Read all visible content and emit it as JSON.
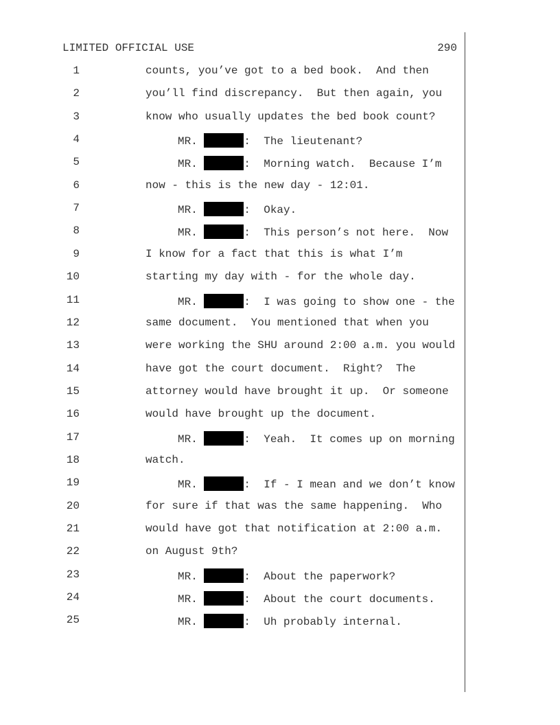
{
  "header": {
    "classification": "LIMITED OFFICIAL USE",
    "page_number": "290"
  },
  "lines": [
    {
      "n": "1",
      "text": "counts, you’ve got to a bed book.  And then"
    },
    {
      "n": "2",
      "text": "you’ll find discrepancy.  But then again, you"
    },
    {
      "n": "3",
      "text": "know who usually updates the bed book count?"
    },
    {
      "n": "4",
      "speaker": "MR.",
      "text": ":  The lieutenant?"
    },
    {
      "n": "5",
      "speaker": "MR.",
      "text": ":  Morning watch.  Because I’m"
    },
    {
      "n": "6",
      "text": "now - this is the new day - 12:01."
    },
    {
      "n": "7",
      "speaker": "MR.",
      "text": ":  Okay."
    },
    {
      "n": "8",
      "speaker": "MR.",
      "text": ":  This person’s not here.  Now"
    },
    {
      "n": "9",
      "text": "I know for a fact that this is what I’m"
    },
    {
      "n": "10",
      "text": "starting my day with - for the whole day."
    },
    {
      "n": "11",
      "speaker": "MR.",
      "text": ":  I was going to show one - the"
    },
    {
      "n": "12",
      "text": "same document.  You mentioned that when you"
    },
    {
      "n": "13",
      "text": "were working the SHU around 2:00 a.m. you would"
    },
    {
      "n": "14",
      "text": "have got the court document.  Right?  The"
    },
    {
      "n": "15",
      "text": "attorney would have brought it up.  Or someone"
    },
    {
      "n": "16",
      "text": "would have brought up the document."
    },
    {
      "n": "17",
      "speaker": "MR.",
      "text": ":  Yeah.  It comes up on morning"
    },
    {
      "n": "18",
      "text": "watch."
    },
    {
      "n": "19",
      "speaker": "MR.",
      "text": ":  If - I mean and we don’t know"
    },
    {
      "n": "20",
      "text": "for sure if that was the same happening.  Who"
    },
    {
      "n": "21",
      "text": "would have got that notification at 2:00 a.m."
    },
    {
      "n": "22",
      "text": "on August 9th?"
    },
    {
      "n": "23",
      "speaker": "MR.",
      "text": ":  About the paperwork?"
    },
    {
      "n": "24",
      "speaker": "MR.",
      "text": ":  About the court documents."
    },
    {
      "n": "25",
      "speaker": "MR.",
      "text": ":  Uh probably internal."
    }
  ]
}
